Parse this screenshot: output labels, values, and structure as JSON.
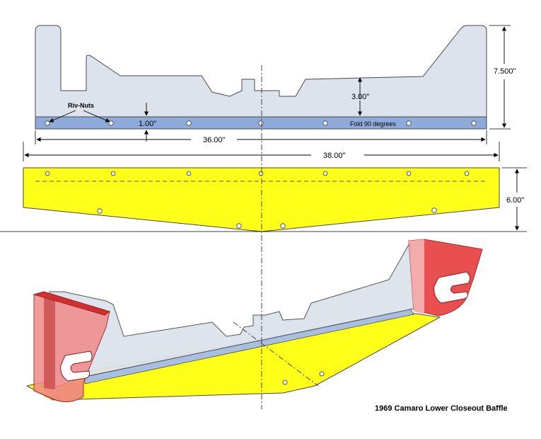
{
  "title": "1969 Camaro Lower Closeout Baffle",
  "callouts": {
    "riv_nuts": "Riv-Nuts",
    "fold": "Fold 90 degrees"
  },
  "dimensions": {
    "flange_height": "1.00\"",
    "cutout_depth": "3.00\"",
    "total_height": "7.500\"",
    "inner_width": "36.00\"",
    "outer_width": "38.00\"",
    "bottom_depth": "6.00\""
  },
  "colors": {
    "upper_panel": "#dde3ec",
    "flange_strip": "#8eaadb",
    "bottom_panel": "#ffff1a",
    "end_plate": "#ee3b3b",
    "end_plate_light": "#f08a8a",
    "outline": "#4a4a4a"
  }
}
